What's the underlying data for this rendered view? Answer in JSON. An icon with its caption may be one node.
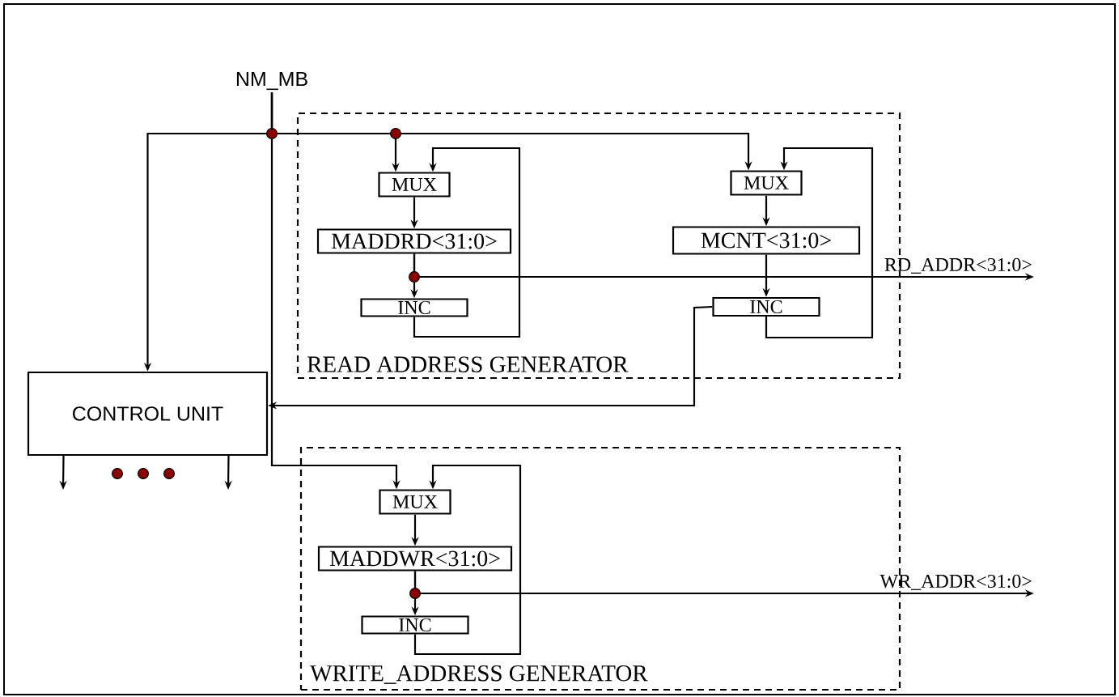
{
  "diagram": {
    "nodes": [
      {
        "text": [
          "READ ADDRESS GENERATOR"
        ]
      },
      {
        "text": [
          "MUX"
        ],
        "in": 0
      },
      {
        "text": [
          "MADDRD<31:0>"
        ],
        "in": 0
      },
      {
        "text": [
          "INC"
        ],
        "in": 0
      },
      {
        "text": [
          "MUX"
        ],
        "in": 0
      },
      {
        "text": [
          "MCNT<31:0>"
        ],
        "in": 0
      },
      {
        "text": [
          "INC"
        ],
        "in": 0
      },
      {
        "text": [
          "CONTROL UNIT"
        ]
      },
      {
        "text": [
          "WRITE_ADDRESS GENERATOR"
        ]
      },
      {
        "text": [
          "MUX"
        ],
        "in": 8
      },
      {
        "text": [
          "MADDWR<31:0>"
        ],
        "in": 8
      },
      {
        "text": [
          "INC"
        ],
        "in": 8
      },
      {
        "text": [
          "NM_MB"
        ]
      },
      {
        "text": [
          "RD_ADDR<31:0>"
        ]
      },
      {
        "text": [
          "WR_ADDR<31:0>"
        ]
      }
    ],
    "edges": [
      {
        "from": 12,
        "to": 7,
        "arrow": "to"
      },
      {
        "from": 12,
        "to": 1,
        "arrow": "to"
      },
      {
        "from": 12,
        "to": 4,
        "arrow": "to"
      },
      {
        "from": 12,
        "to": 9,
        "arrow": "to"
      },
      {
        "from": 1,
        "to": 2,
        "arrow": "to"
      },
      {
        "from": 2,
        "to": 3,
        "arrow": "to"
      },
      {
        "from": 3,
        "to": 1,
        "arrow": "to"
      },
      {
        "from": 2,
        "to": 13,
        "arrow": "to"
      },
      {
        "from": 4,
        "to": 5,
        "arrow": "to"
      },
      {
        "from": 5,
        "to": 6,
        "arrow": "to"
      },
      {
        "from": 6,
        "to": 4,
        "arrow": "to"
      },
      {
        "from": 6,
        "to": 7,
        "arrow": "to"
      },
      {
        "from": 9,
        "to": 10,
        "arrow": "to"
      },
      {
        "from": 10,
        "to": 11,
        "arrow": "to"
      },
      {
        "from": 11,
        "to": 9,
        "arrow": "to"
      },
      {
        "from": 10,
        "to": 14,
        "arrow": "to"
      },
      {
        "from": 7,
        "to": null,
        "arrow": "to"
      },
      {
        "from": 7,
        "to": null,
        "arrow": "to"
      }
    ]
  }
}
